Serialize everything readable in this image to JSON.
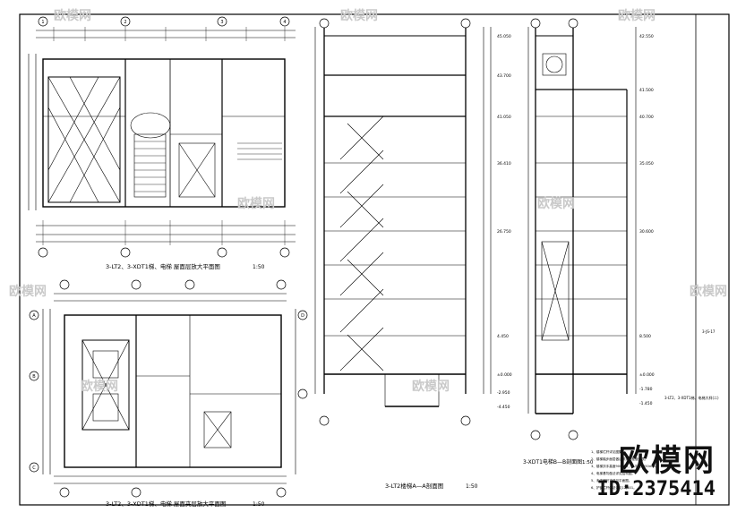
{
  "drawing": {
    "title_plan1": "3-LT2、3-XDT1梯、电梯  屋面层放大平面图",
    "title_plan2": "3-LT2、3-XDT1梯、电梯  屋面夹层放大平面图",
    "title_sec_a": "3-LT2楼梯A—A剖面图",
    "title_sec_b": "3-XDT1电梯B—B剖面图",
    "scale": "1:50",
    "side_title": "3-LT2、3-XDT1梯、电梯大样(二)",
    "side_code": "3-JS-17",
    "levels_a": [
      "41.050",
      "43.700",
      "45.050",
      "36.410",
      "26.750",
      "4.450",
      "±0.000",
      "-2.950",
      "-4.450"
    ],
    "levels_b": [
      "41.500",
      "42.550",
      "40.700",
      "35.050",
      "30.600",
      "8.500",
      "±0.000",
      "-1.780",
      "-1.450"
    ],
    "axis_bubbles": [
      "1",
      "2",
      "3",
      "4",
      "A",
      "B",
      "C",
      "D"
    ],
    "notes": [
      "1、楼梯栏杆详见图集。",
      "2、楼梯踏步面层做法详见工程做法表。",
      "3、楼梯扶手高度900mm，水平段1050mm。",
      "4、电梯基坑做法详见结构图。",
      "5、未注明尺寸详见平面图。",
      "6、护窗栏杆做法详见12J601。"
    ]
  },
  "brand": {
    "logo": "欧模网",
    "id_text": "ID:2375414",
    "watermark": "欧模网"
  }
}
